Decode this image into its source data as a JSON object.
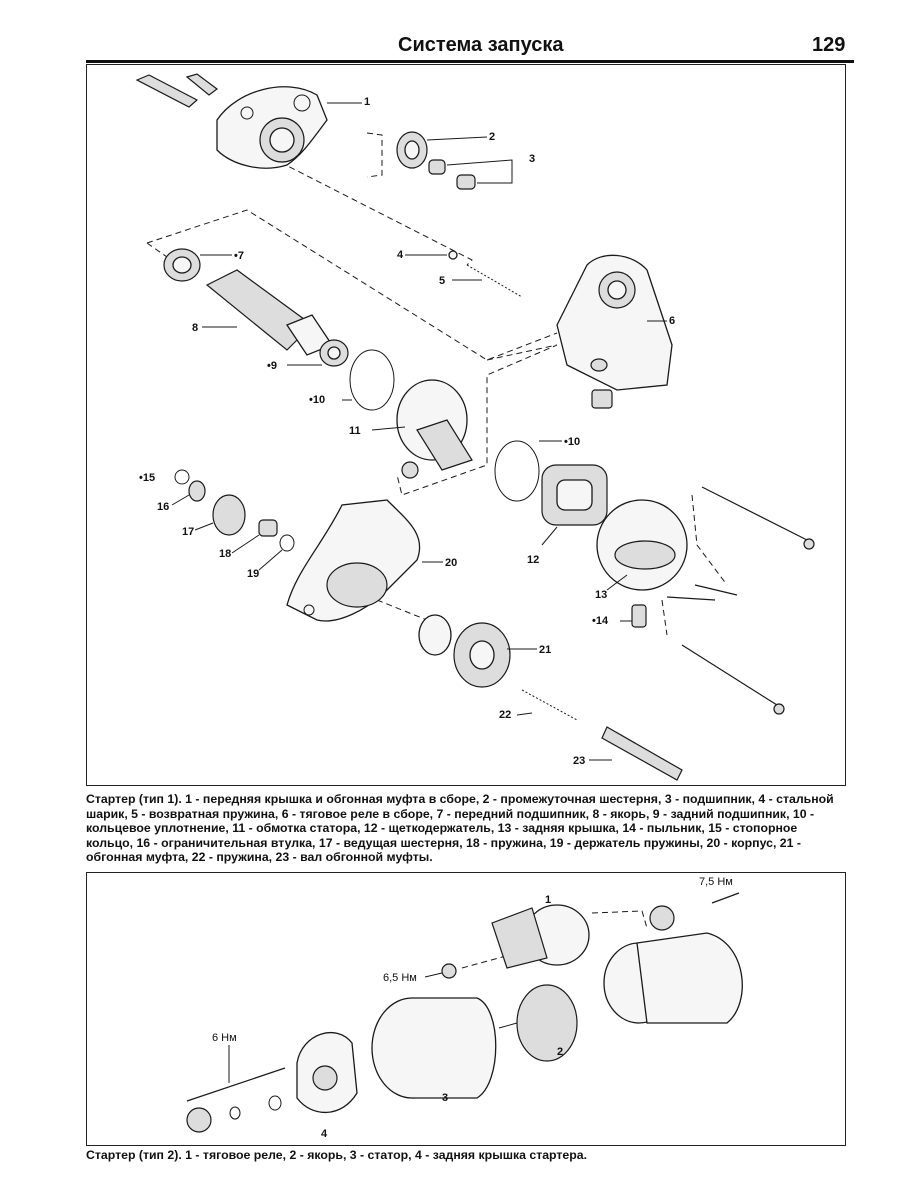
{
  "header": {
    "title": "Система запуска",
    "page_number": "129"
  },
  "figure1": {
    "labels": {
      "l1": "1",
      "l2": "2",
      "l3": "3",
      "l4": "4",
      "l5": "5",
      "l6": "6",
      "l7": "•7",
      "l8": "8",
      "l9": "•9",
      "l10a": "•10",
      "l10b": "•10",
      "l11": "11",
      "l12": "12",
      "l13": "13",
      "l14": "•14",
      "l15": "•15",
      "l16": "16",
      "l17": "17",
      "l18": "18",
      "l19": "19",
      "l20": "20",
      "l21": "21",
      "l22": "22",
      "l23": "23"
    },
    "caption": "Стартер (тип 1). 1 - передняя крышка и обгонная муфта в сборе, 2 - промежуточная шестерня, 3 - подшипник, 4 - стальной шарик, 5 - возвратная пружина, 6 - тяговое реле в сборе, 7 - передний подшипник, 8 - якорь, 9 - задний подшипник, 10 - кольцевое уплотнение, 11 - обмотка статора, 12 - щеткодержатель, 13 - задняя крышка, 14 - пыльник, 15 - стопорное кольцо, 16 - ограничительная втулка, 17 - ведущая шестерня, 18 - пружина, 19 - держатель пружины, 20 - корпус, 21 - обгонная муфта, 22 - пружина, 23 - вал обгонной муфты."
  },
  "figure2": {
    "labels": {
      "t75": "7,5 Нм",
      "t65": "6,5 Нм",
      "t6": "6 Нм",
      "n1": "1",
      "n2": "2",
      "n3": "3",
      "n4": "4"
    },
    "caption": "Стартер (тип 2). 1 - тяговое реле, 2 - якорь, 3 - статор, 4 - задняя крышка стартера."
  }
}
